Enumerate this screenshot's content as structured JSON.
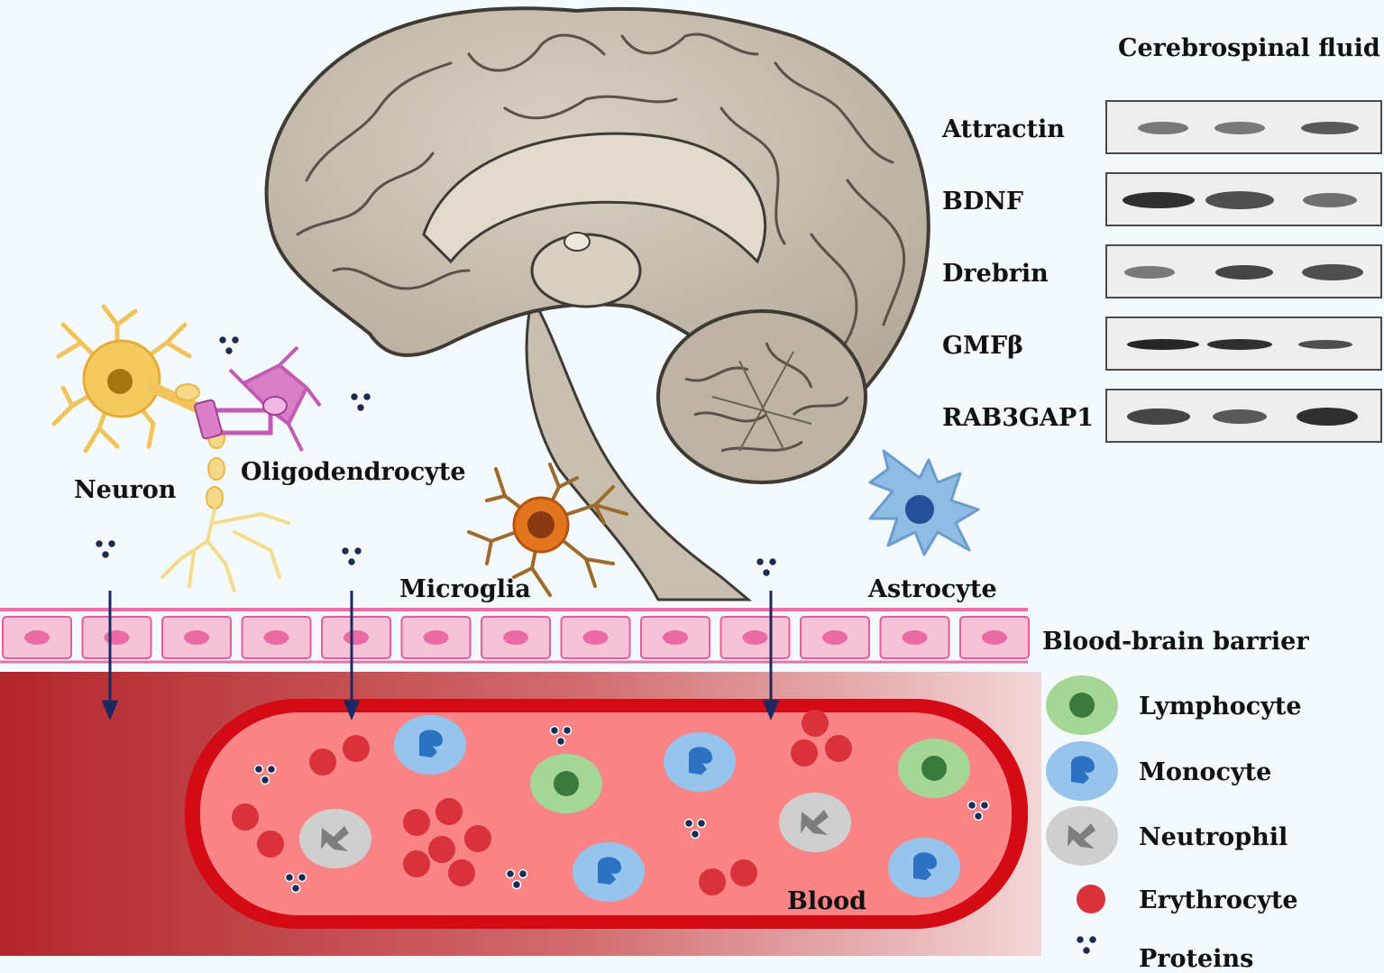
{
  "labels": {
    "neuron": "Neuron",
    "oligodendrocyte": "Oligodendrocyte",
    "microglia": "Microglia",
    "astrocyte": "Astrocyte",
    "bbb": "Blood-brain barrier",
    "blood": "Blood"
  },
  "csf": {
    "title": "Cerebrospinal fluid",
    "proteins": [
      "Attractin",
      "BDNF",
      "Drebrin",
      "GMFβ",
      "RAB3GAP1"
    ]
  },
  "legend": [
    {
      "label": "Lymphocyte",
      "icon": "lymphocyte-icon"
    },
    {
      "label": "Monocyte",
      "icon": "monocyte-icon"
    },
    {
      "label": "Neutrophil",
      "icon": "neutrophil-icon"
    },
    {
      "label": "Erythrocyte",
      "icon": "erythrocyte-icon"
    },
    {
      "label": "Proteins",
      "icon": "proteins-icon"
    }
  ],
  "colors": {
    "background": "#f3f9fd",
    "brain": "#cdc3b5",
    "blood_vessel": "#d40a14",
    "blood_lumen": "#fb8486",
    "erythrocyte": "#d9323a",
    "monocyte": "#96c4ec",
    "monocyte_nucleus": "#2b72c3",
    "lymphocyte": "#a4d695",
    "lymphocyte_nucleus": "#3a7a3c",
    "neutrophil": "#cfcfcf",
    "protein_dot": "#1c2b54",
    "bbb_cell": "#f6c3d6",
    "bbb_nucleus": "#ea6aa6",
    "arrow": "#1c2860"
  }
}
